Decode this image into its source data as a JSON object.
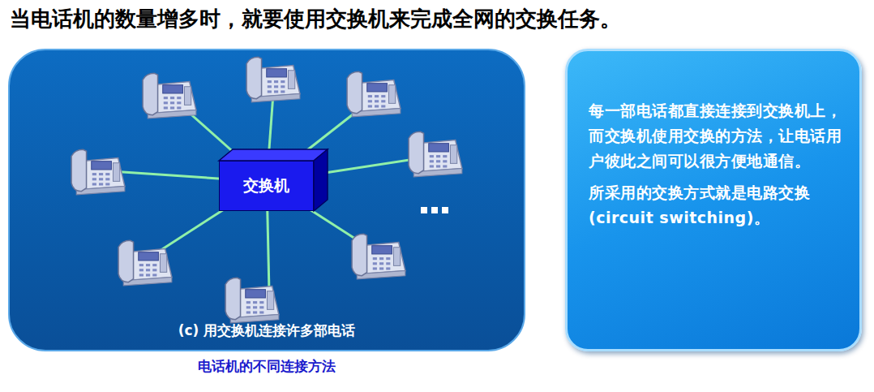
{
  "diagram": {
    "title": "当电话机的数量增多时，就要使用交换机来完成全网的交换任务。",
    "caption": "电话机的不同连接方法",
    "nodes": [
      {
        "text": [
          "(c) 用交换机连接许多部电话"
        ]
      },
      {
        "text": [
          "交换机"
        ],
        "in": 0
      },
      {
        "text": [
          "每一部电话都直接连接到交换机上，而交换机使用交换的方法，让电话用户彼此之间可以很方便地通信。",
          "所采用的交换方式就是电路交换 (circuit switching)。"
        ]
      }
    ]
  }
}
